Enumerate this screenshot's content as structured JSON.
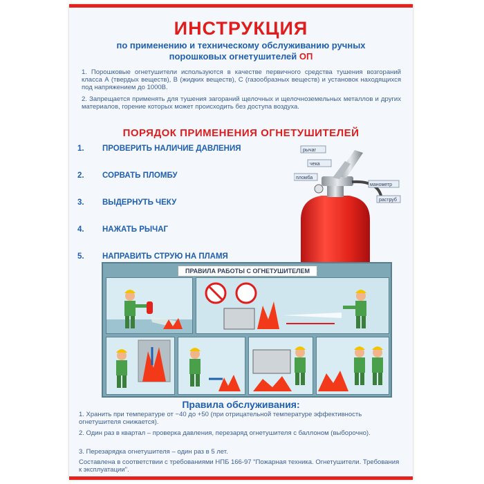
{
  "poster": {
    "title": "ИНСТРУКЦИЯ",
    "subtitle_line1": "по применению и техническому обслуживанию ручных",
    "subtitle_line2": "порошковых огнетушителей",
    "subtitle_accent": "ОП",
    "paragraph1": "1. Порошковые огнетушители используются в качестве первичного средства тушения возгораний класса А (твердых веществ), В (жидких веществ), С (газообразных веществ) и установок находящихся под напряжением до 1000В.",
    "paragraph2": "2. Запрещается применять для тушения загораний щелочных и щелочноземельных металлов и других материалов, горение которых может происходить без доступа воздуха.",
    "section_title": "ПОРЯДОК ПРИМЕНЕНИЯ ОГНЕТУШИТЕЛЕЙ",
    "steps": [
      {
        "num": "1.",
        "label": "ПРОВЕРИТЬ НАЛИЧИЕ ДАВЛЕНИЯ"
      },
      {
        "num": "2.",
        "label": "СОРВАТЬ ПЛОМБУ"
      },
      {
        "num": "3.",
        "label": "ВЫДЕРНУТЬ ЧЕКУ"
      },
      {
        "num": "4.",
        "label": "НАЖАТЬ РЫЧАГ"
      },
      {
        "num": "5.",
        "label": "НАПРАВИТЬ СТРУЮ НА ПЛАМЯ"
      }
    ],
    "extinguisher_labels": [
      "рычаг",
      "чека",
      "пломба",
      "манометр",
      "раструб"
    ],
    "diagram_title": "ПРАВИЛА РАБОТЫ С ОГНЕТУШИТЕЛЕМ",
    "maintenance_title": "Правила обслуживания:",
    "rules": [
      "1. Хранить при температуре от −40 до +50 (при отрицательной температуре эффективность огнетушителя снижается).",
      "2. Один раз в квартал – проверка давления, перезаряд огнетушителя с баллоном (выборочно).",
      "3. Перезарядка огнетушителя – один раз в 5 лет.",
      "Составлена в соответствии с требованиями НПБ 166-97 \"Пожарная техника. Огнетушители. Требования к эксплуатации\"."
    ],
    "colors": {
      "accent_red": "#e01c1c",
      "text_blue": "#1f5fb0",
      "body_blue": "#3b5f95"
    }
  }
}
